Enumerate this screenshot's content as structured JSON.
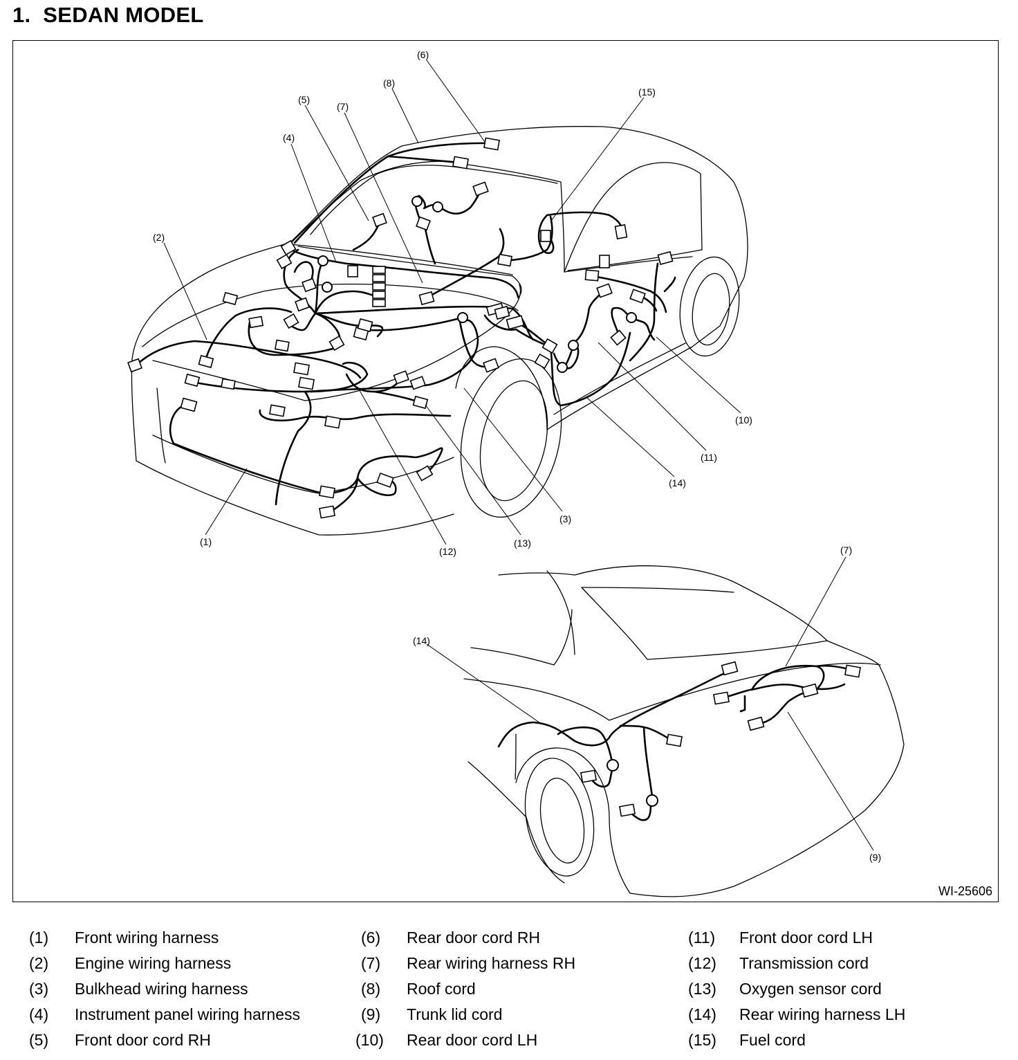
{
  "page": {
    "title": "1.  SEDAN MODEL",
    "figure_id": "WI-25606"
  },
  "callouts": {
    "top": [
      "(1)",
      "(2)",
      "(3)",
      "(4)",
      "(5)",
      "(6)",
      "(7)",
      "(8)",
      "(10)",
      "(11)",
      "(12)",
      "(13)",
      "(14)",
      "(15)"
    ],
    "rear": [
      "(7)",
      "(9)",
      "(14)"
    ]
  },
  "legend": [
    {
      "num": "(1)",
      "label": "Front wiring harness"
    },
    {
      "num": "(2)",
      "label": "Engine wiring harness"
    },
    {
      "num": "(3)",
      "label": "Bulkhead wiring harness"
    },
    {
      "num": "(4)",
      "label": "Instrument panel wiring harness"
    },
    {
      "num": "(5)",
      "label": "Front door cord RH"
    },
    {
      "num": "(6)",
      "label": "Rear door cord RH"
    },
    {
      "num": "(7)",
      "label": "Rear wiring harness RH"
    },
    {
      "num": "(8)",
      "label": "Roof cord"
    },
    {
      "num": "(9)",
      "label": "Trunk lid cord"
    },
    {
      "num": "(10)",
      "label": "Rear door cord LH"
    },
    {
      "num": "(11)",
      "label": "Front door cord LH"
    },
    {
      "num": "(12)",
      "label": "Transmission cord"
    },
    {
      "num": "(13)",
      "label": "Oxygen sensor cord"
    },
    {
      "num": "(14)",
      "label": "Rear wiring harness LH"
    },
    {
      "num": "(15)",
      "label": "Fuel cord"
    }
  ]
}
